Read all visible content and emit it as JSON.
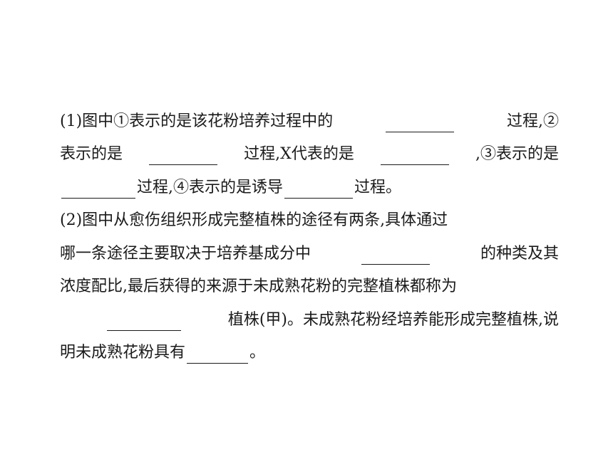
{
  "lines": [
    [
      "(1)图中①表示的是该花粉培养过程中的",
      "过程,②"
    ],
    [
      "表示的是",
      "过程,X代表的是",
      ",③表示的是"
    ],
    [
      "",
      "过程,④表示的是诱导",
      "过程。"
    ],
    [
      "(2)图中从愈伤组织形成完整植株的途径有两条,具体通过"
    ],
    [
      "哪一条途径主要取决于培养基成分中",
      "的种类及其"
    ],
    [
      "浓度配比,最后获得的来源于未成熟花粉的完整植株都称为"
    ],
    [
      "",
      "植株(甲)。未成熟花粉经培养能形成完整植株,说"
    ],
    [
      "明未成熟花粉具有",
      "。"
    ]
  ]
}
